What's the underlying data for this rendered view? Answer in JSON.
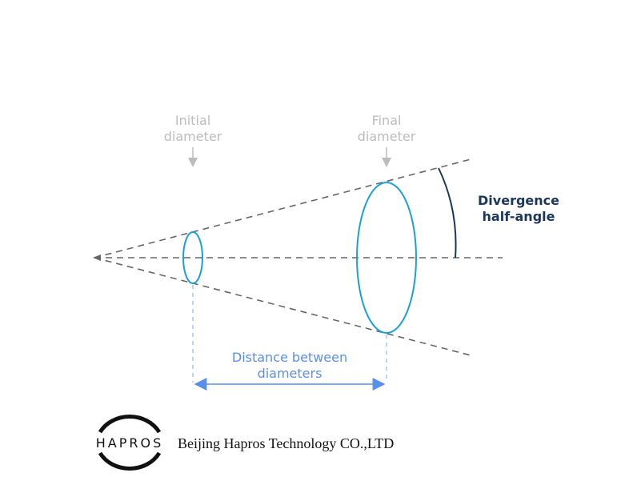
{
  "labels": {
    "initial_diameter": "Initial\ndiameter",
    "final_diameter": "Final\ndiameter",
    "divergence_half_angle": "Divergence\nhalf-angle",
    "distance_between_diameters": "Distance between\ndiameters"
  },
  "footer": {
    "logo_text": "HAPROS",
    "company_name": "Beijing Hapros Technology CO.,LTD"
  },
  "colors": {
    "dashed_lines": "#666666",
    "ellipses": "#1aa0d8",
    "gray_labels": "#bcbcbc",
    "angle_arc": "#1b365d",
    "distance_marker": "#5a8fe8",
    "logo": "#111111"
  }
}
